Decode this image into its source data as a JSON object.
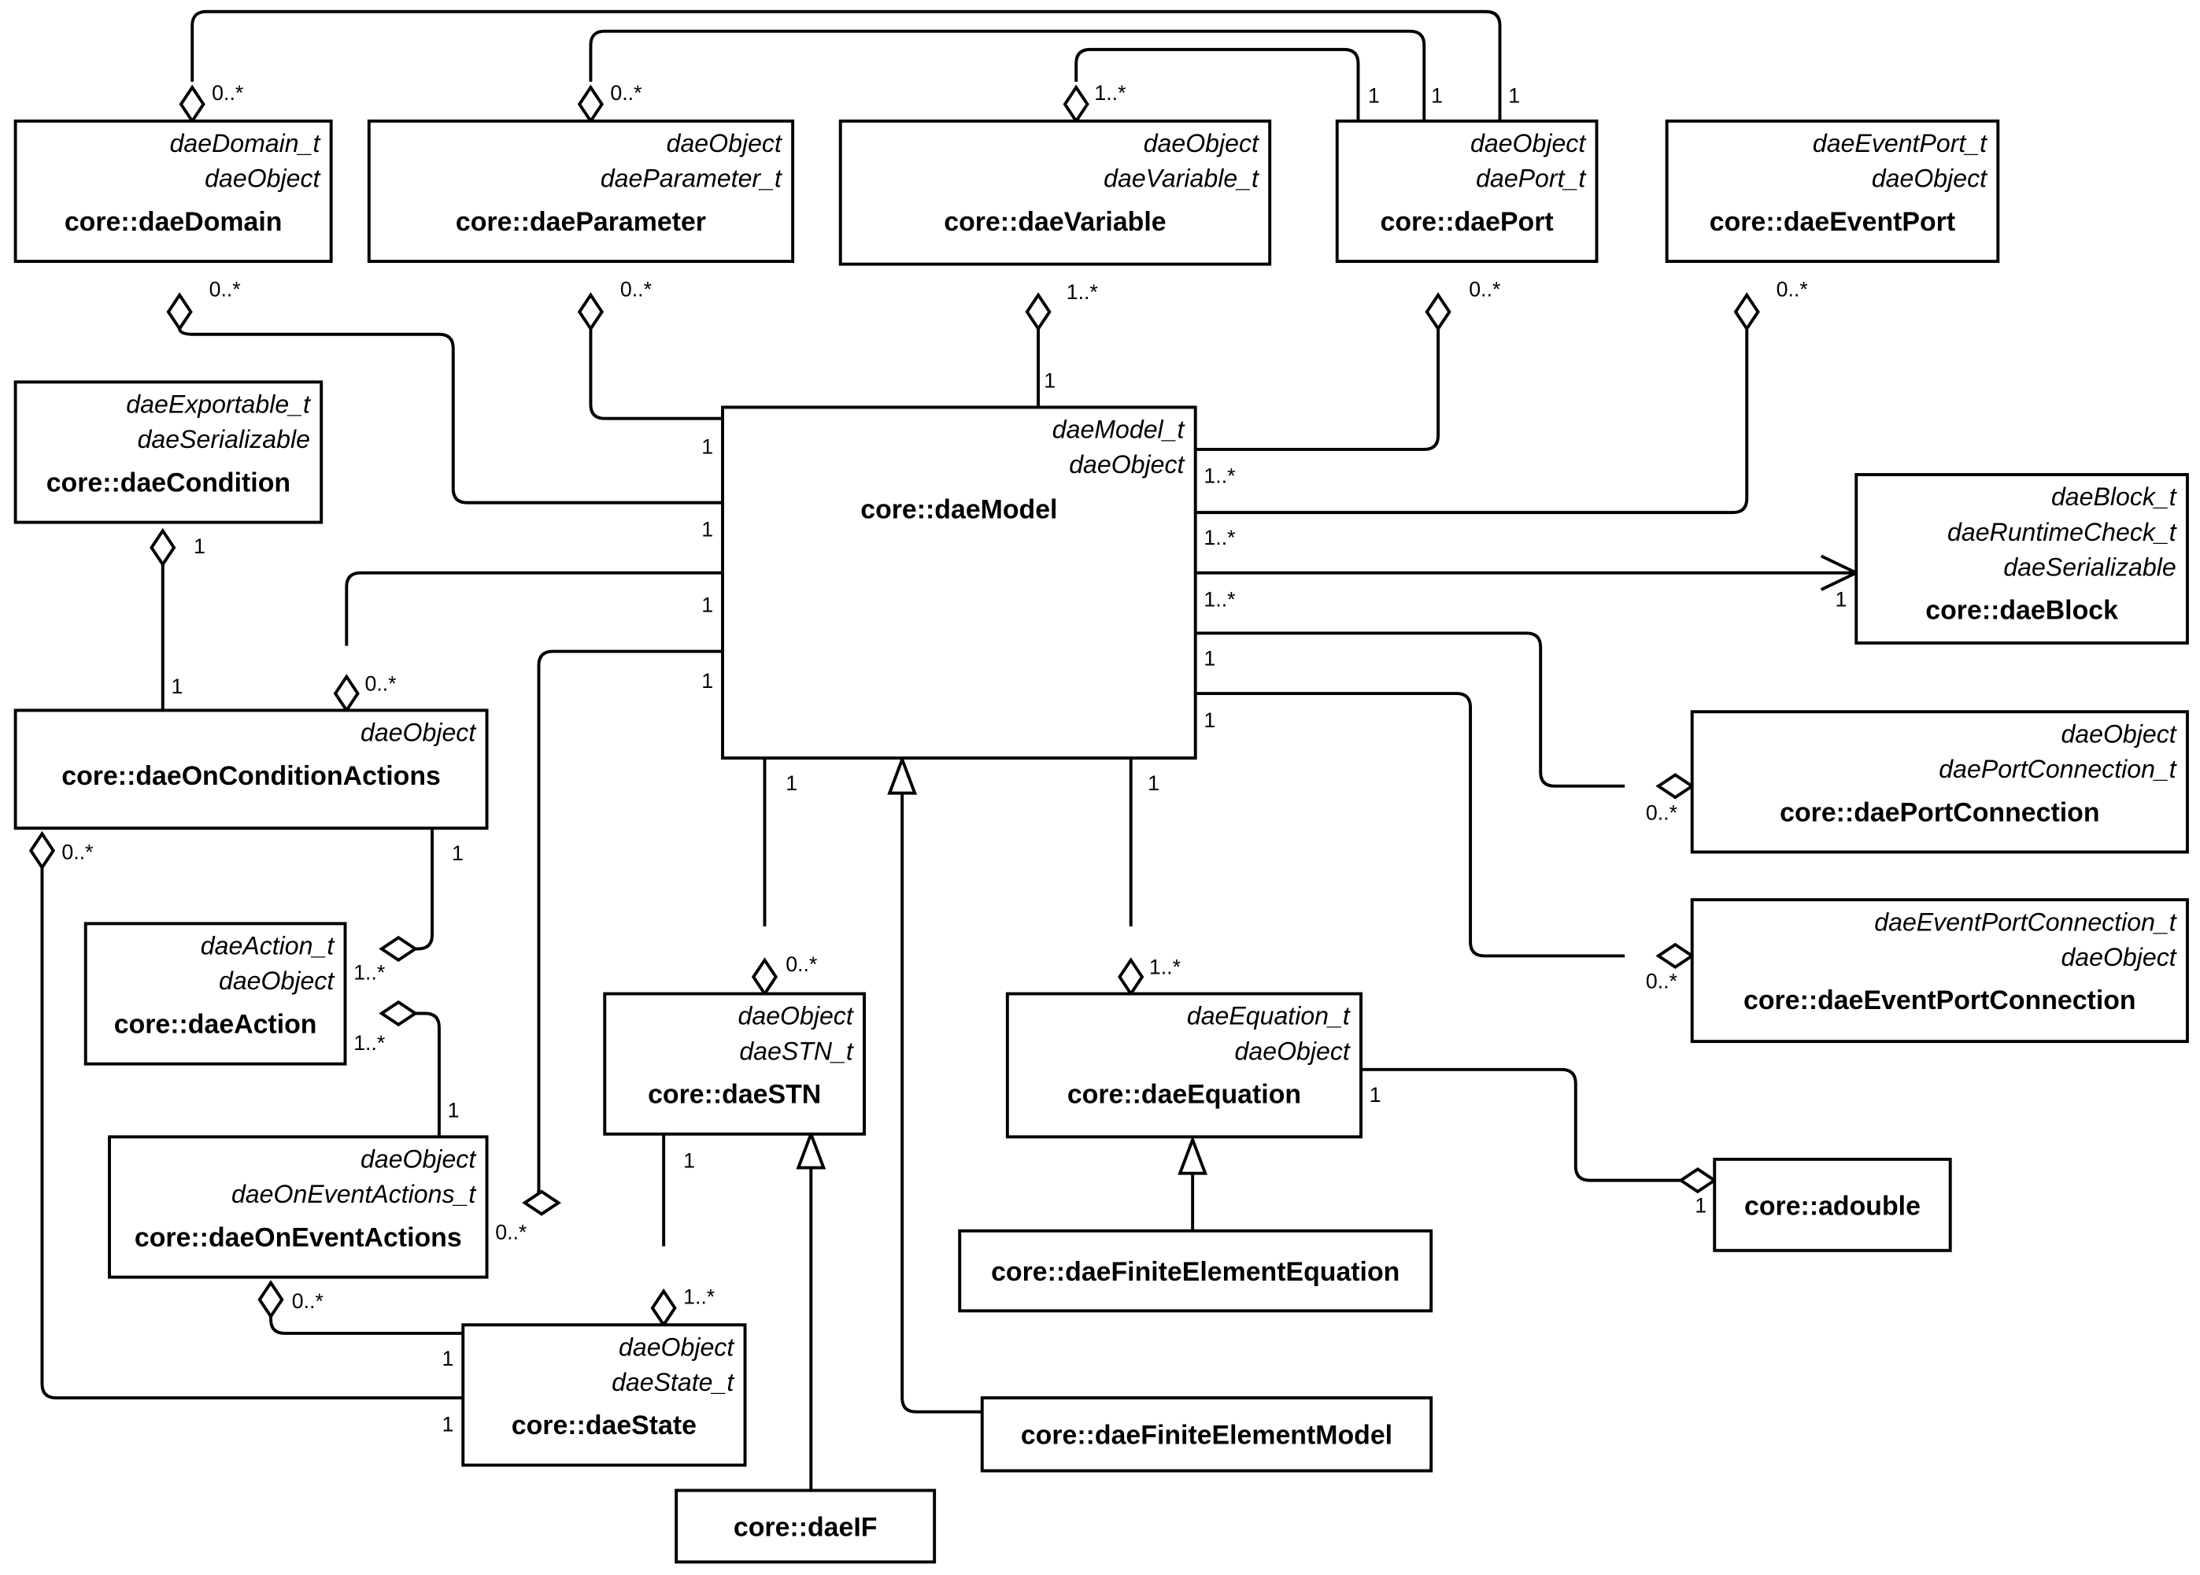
{
  "classes": [
    {
      "id": "daeDomain",
      "name": "core::daeDomain",
      "stereotypes": [
        "daeDomain_t",
        "daeObject"
      ]
    },
    {
      "id": "daeParameter",
      "name": "core::daeParameter",
      "stereotypes": [
        "daeObject",
        "daeParameter_t"
      ]
    },
    {
      "id": "daeVariable",
      "name": "core::daeVariable",
      "stereotypes": [
        "daeObject",
        "daeVariable_t"
      ]
    },
    {
      "id": "daePort",
      "name": "core::daePort",
      "stereotypes": [
        "daeObject",
        "daePort_t"
      ]
    },
    {
      "id": "daeEventPort",
      "name": "core::daeEventPort",
      "stereotypes": [
        "daeEventPort_t",
        "daeObject"
      ]
    },
    {
      "id": "daeCondition",
      "name": "core::daeCondition",
      "stereotypes": [
        "daeExportable_t",
        "daeSerializable"
      ]
    },
    {
      "id": "daeModel",
      "name": "core::daeModel",
      "stereotypes": [
        "daeModel_t",
        "daeObject"
      ]
    },
    {
      "id": "daeBlock",
      "name": "core::daeBlock",
      "stereotypes": [
        "daeBlock_t",
        "daeRuntimeCheck_t",
        "daeSerializable"
      ]
    },
    {
      "id": "daeOnConditionActions",
      "name": "core::daeOnConditionActions",
      "stereotypes": [
        "daeObject"
      ]
    },
    {
      "id": "daePortConnection",
      "name": "core::daePortConnection",
      "stereotypes": [
        "daeObject",
        "daePortConnection_t"
      ]
    },
    {
      "id": "daeAction",
      "name": "core::daeAction",
      "stereotypes": [
        "daeAction_t",
        "daeObject"
      ]
    },
    {
      "id": "daeEventPortConnection",
      "name": "core::daeEventPortConnection",
      "stereotypes": [
        "daeEventPortConnection_t",
        "daeObject"
      ]
    },
    {
      "id": "daeSTN",
      "name": "core::daeSTN",
      "stereotypes": [
        "daeObject",
        "daeSTN_t"
      ]
    },
    {
      "id": "daeEquation",
      "name": "core::daeEquation",
      "stereotypes": [
        "daeEquation_t",
        "daeObject"
      ]
    },
    {
      "id": "daeOnEventActions",
      "name": "core::daeOnEventActions",
      "stereotypes": [
        "daeObject",
        "daeOnEventActions_t"
      ]
    },
    {
      "id": "adouble",
      "name": "core::adouble",
      "stereotypes": []
    },
    {
      "id": "daeFiniteElementEquation",
      "name": "core::daeFiniteElementEquation",
      "stereotypes": []
    },
    {
      "id": "daeState",
      "name": "core::daeState",
      "stereotypes": [
        "daeObject",
        "daeState_t"
      ]
    },
    {
      "id": "daeFiniteElementModel",
      "name": "core::daeFiniteElementModel",
      "stereotypes": []
    },
    {
      "id": "daeIF",
      "name": "core::daeIF",
      "stereotypes": []
    }
  ],
  "multiplicities": [
    "0..*",
    "1",
    "1..*"
  ]
}
